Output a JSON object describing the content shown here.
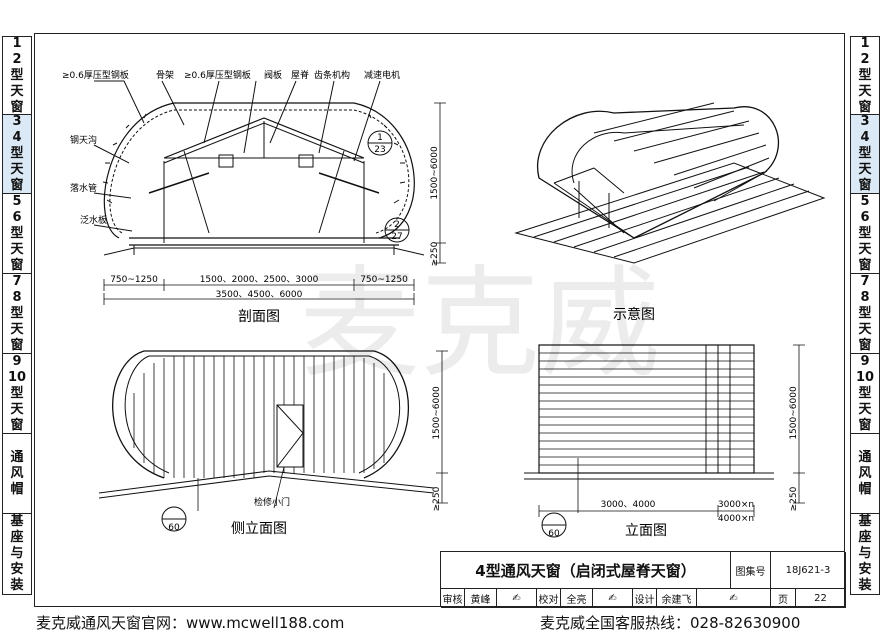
{
  "left_tabs": [
    {
      "lines": [
        "1",
        "2",
        "型",
        "天",
        "窗"
      ],
      "active": false
    },
    {
      "lines": [
        "3",
        "4",
        "型",
        "天",
        "窗"
      ],
      "active": true
    },
    {
      "lines": [
        "5",
        "6",
        "型",
        "天",
        "窗"
      ],
      "active": false
    },
    {
      "lines": [
        "7",
        "8",
        "型",
        "天",
        "窗"
      ],
      "active": false
    },
    {
      "lines": [
        "9",
        "10",
        "型",
        "天",
        "窗"
      ],
      "active": false
    },
    {
      "lines": [
        "通",
        "风",
        "帽"
      ],
      "active": false
    },
    {
      "lines": [
        "基",
        "座",
        "与",
        "安",
        "装"
      ],
      "active": false
    }
  ],
  "right_tabs": [
    {
      "lines": [
        "1",
        "2",
        "型",
        "天",
        "窗"
      ],
      "active": false
    },
    {
      "lines": [
        "3",
        "4",
        "型",
        "天",
        "窗"
      ],
      "active": true
    },
    {
      "lines": [
        "5",
        "6",
        "型",
        "天",
        "窗"
      ],
      "active": false
    },
    {
      "lines": [
        "7",
        "8",
        "型",
        "天",
        "窗"
      ],
      "active": false
    },
    {
      "lines": [
        "9",
        "10",
        "型",
        "天",
        "窗"
      ],
      "active": false
    },
    {
      "lines": [
        "通",
        "风",
        "帽"
      ],
      "active": false
    },
    {
      "lines": [
        "基",
        "座",
        "与",
        "安",
        "装"
      ],
      "active": false
    }
  ],
  "section": {
    "caption": "剖面图",
    "labels": {
      "steel_plate_left": "≥0.6厚压型钢板",
      "frame": "骨架",
      "steel_plate_right": "≥0.6厚压型钢板",
      "damper": "阀板",
      "ridge": "屋脊",
      "rack": "齿条机构",
      "motor": "减速电机",
      "gutter": "钢天沟",
      "downpipe": "落水管",
      "flashing": "泛水板"
    },
    "dims": {
      "side_left": "750~1250",
      "middle": "1500、2000、2500、3000",
      "side_right": "750~1250",
      "total": "3500、4500、6000",
      "height": "1500~6000",
      "base": "≥250"
    },
    "refs": [
      {
        "top": "1",
        "bottom": "23"
      },
      {
        "top": "2",
        "bottom": "27"
      }
    ]
  },
  "iso": {
    "caption": "示意图"
  },
  "side_elev": {
    "caption": "侧立面图",
    "door_label": "检修小门",
    "dims": {
      "height": "1500~6000",
      "base": "≥250"
    },
    "ref": {
      "top": "",
      "bottom": "60"
    }
  },
  "front_elev": {
    "caption": "立面图",
    "dims": {
      "width": "3000、4000",
      "module": "3000×n",
      "module2": "4000×n",
      "height": "1500~6000",
      "base": "≥250"
    },
    "ref": {
      "top": "",
      "bottom": "60"
    }
  },
  "title_block": {
    "title": "4型通风天窗（启闭式屋脊天窗）",
    "atlas_label": "图集号",
    "atlas_no": "18J621-3",
    "review_label": "审核",
    "reviewer": "黄峰",
    "proof_label": "校对",
    "proofer": "全亮",
    "design_label": "设计",
    "designer": "余建飞",
    "page_label": "页",
    "page_no": "22"
  },
  "footer": {
    "left": "麦克威通风天窗官网：www.mcwell188.com",
    "right": "麦克威全国客服热线：028-82630900"
  },
  "watermark": "麦克威"
}
